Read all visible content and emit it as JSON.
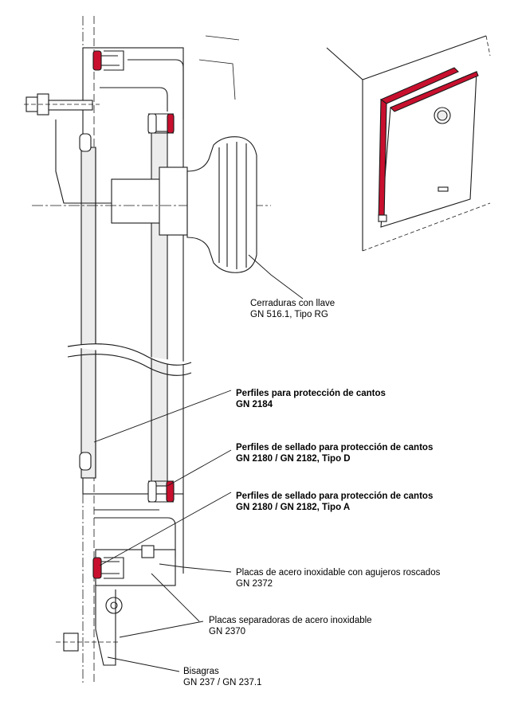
{
  "labels": {
    "cerraduras": {
      "line1": "Cerraduras con llave",
      "line2": "GN 516.1, Tipo RG"
    },
    "perfiles_proteccion": {
      "line1": "Perfiles para protección de cantos",
      "line2": "GN 2184"
    },
    "perfiles_sellado_d": {
      "line1": "Perfiles de sellado para protección de cantos",
      "line2": "GN 2180 / GN 2182, Tipo D"
    },
    "perfiles_sellado_a": {
      "line1": "Perfiles de sellado para protección de cantos",
      "line2": "GN 2180 / GN 2182, Tipo A"
    },
    "placas_acero": {
      "line1": "Placas de acero inoxidable con agujeros roscados",
      "line2": "GN 2372"
    },
    "placas_separadoras": {
      "line1": "Placas separadoras de acero inoxidable",
      "line2": "GN 2370"
    },
    "bisagras": {
      "line1": "Bisagras",
      "line2": "GN 237 / GN 237.1"
    }
  },
  "colors": {
    "seal_red": "#c8102e",
    "line": "#1a1a1a",
    "fill_grey": "#e8e8e8"
  }
}
